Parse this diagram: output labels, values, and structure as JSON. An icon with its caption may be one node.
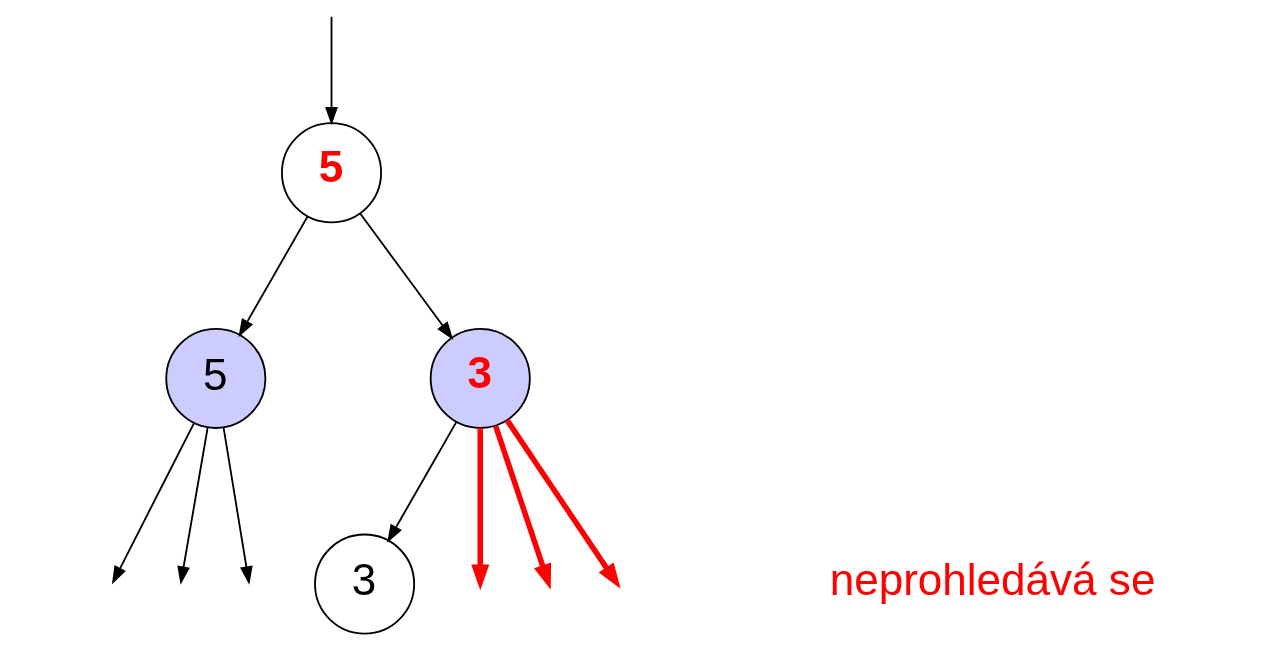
{
  "diagram": {
    "nodes": [
      {
        "text": [
          "5"
        ]
      },
      {
        "text": [
          "5"
        ]
      },
      {
        "text": [
          "3"
        ]
      },
      {
        "text": [
          "3"
        ]
      }
    ],
    "edges": [
      {
        "from": null,
        "to": 0,
        "arrow": "to"
      },
      {
        "from": 0,
        "to": 1,
        "arrow": "to"
      },
      {
        "from": 0,
        "to": 2,
        "arrow": "to"
      },
      {
        "from": 1,
        "to": null,
        "arrow": "to"
      },
      {
        "from": 1,
        "to": null,
        "arrow": "to"
      },
      {
        "from": 1,
        "to": null,
        "arrow": "to"
      },
      {
        "from": 2,
        "to": 3,
        "arrow": "to"
      },
      {
        "from": 2,
        "to": null,
        "arrow": "to",
        "style": "thick",
        "color": "#ff0000"
      },
      {
        "from": 2,
        "to": null,
        "arrow": "to",
        "style": "thick",
        "color": "#ff0000"
      },
      {
        "from": 2,
        "to": null,
        "arrow": "to",
        "style": "thick",
        "color": "#ff0000"
      }
    ],
    "labels": [
      "neprohledává se"
    ]
  }
}
